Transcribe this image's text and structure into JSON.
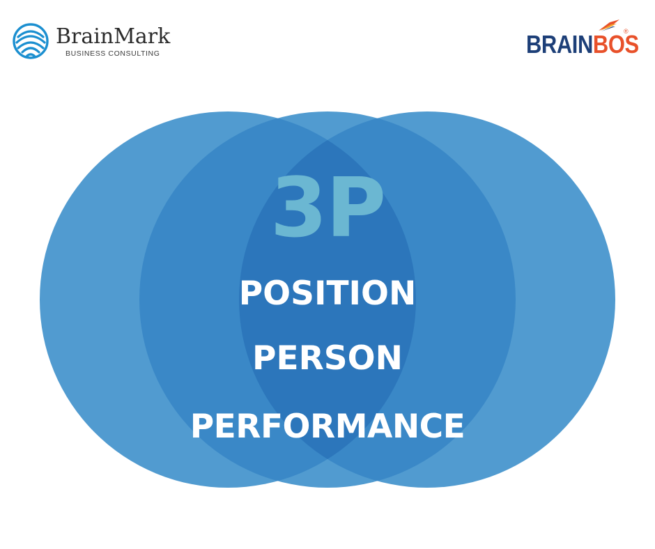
{
  "logos": {
    "brainmark": {
      "name": "BrainMark",
      "tagline": "BUSINESS CONSULTING",
      "icon": "fingerprint-globe-icon",
      "color": "#1b8fd0"
    },
    "brainbos": {
      "word_part1": "BRAIN",
      "word_part2": "BOS",
      "registered": "®",
      "icon": "swoosh-flag-icon",
      "color_primary": "#1d3f78",
      "color_accent": "#e8512a"
    }
  },
  "diagram": {
    "title": "3P",
    "items": [
      "POSITION",
      "PERSON",
      "PERFORMANCE"
    ],
    "circle_color": "#3f8fcc",
    "overlap_color": "#2e7bc0",
    "center_color": "#2a70b6",
    "title_color": "#6bb7d2"
  }
}
